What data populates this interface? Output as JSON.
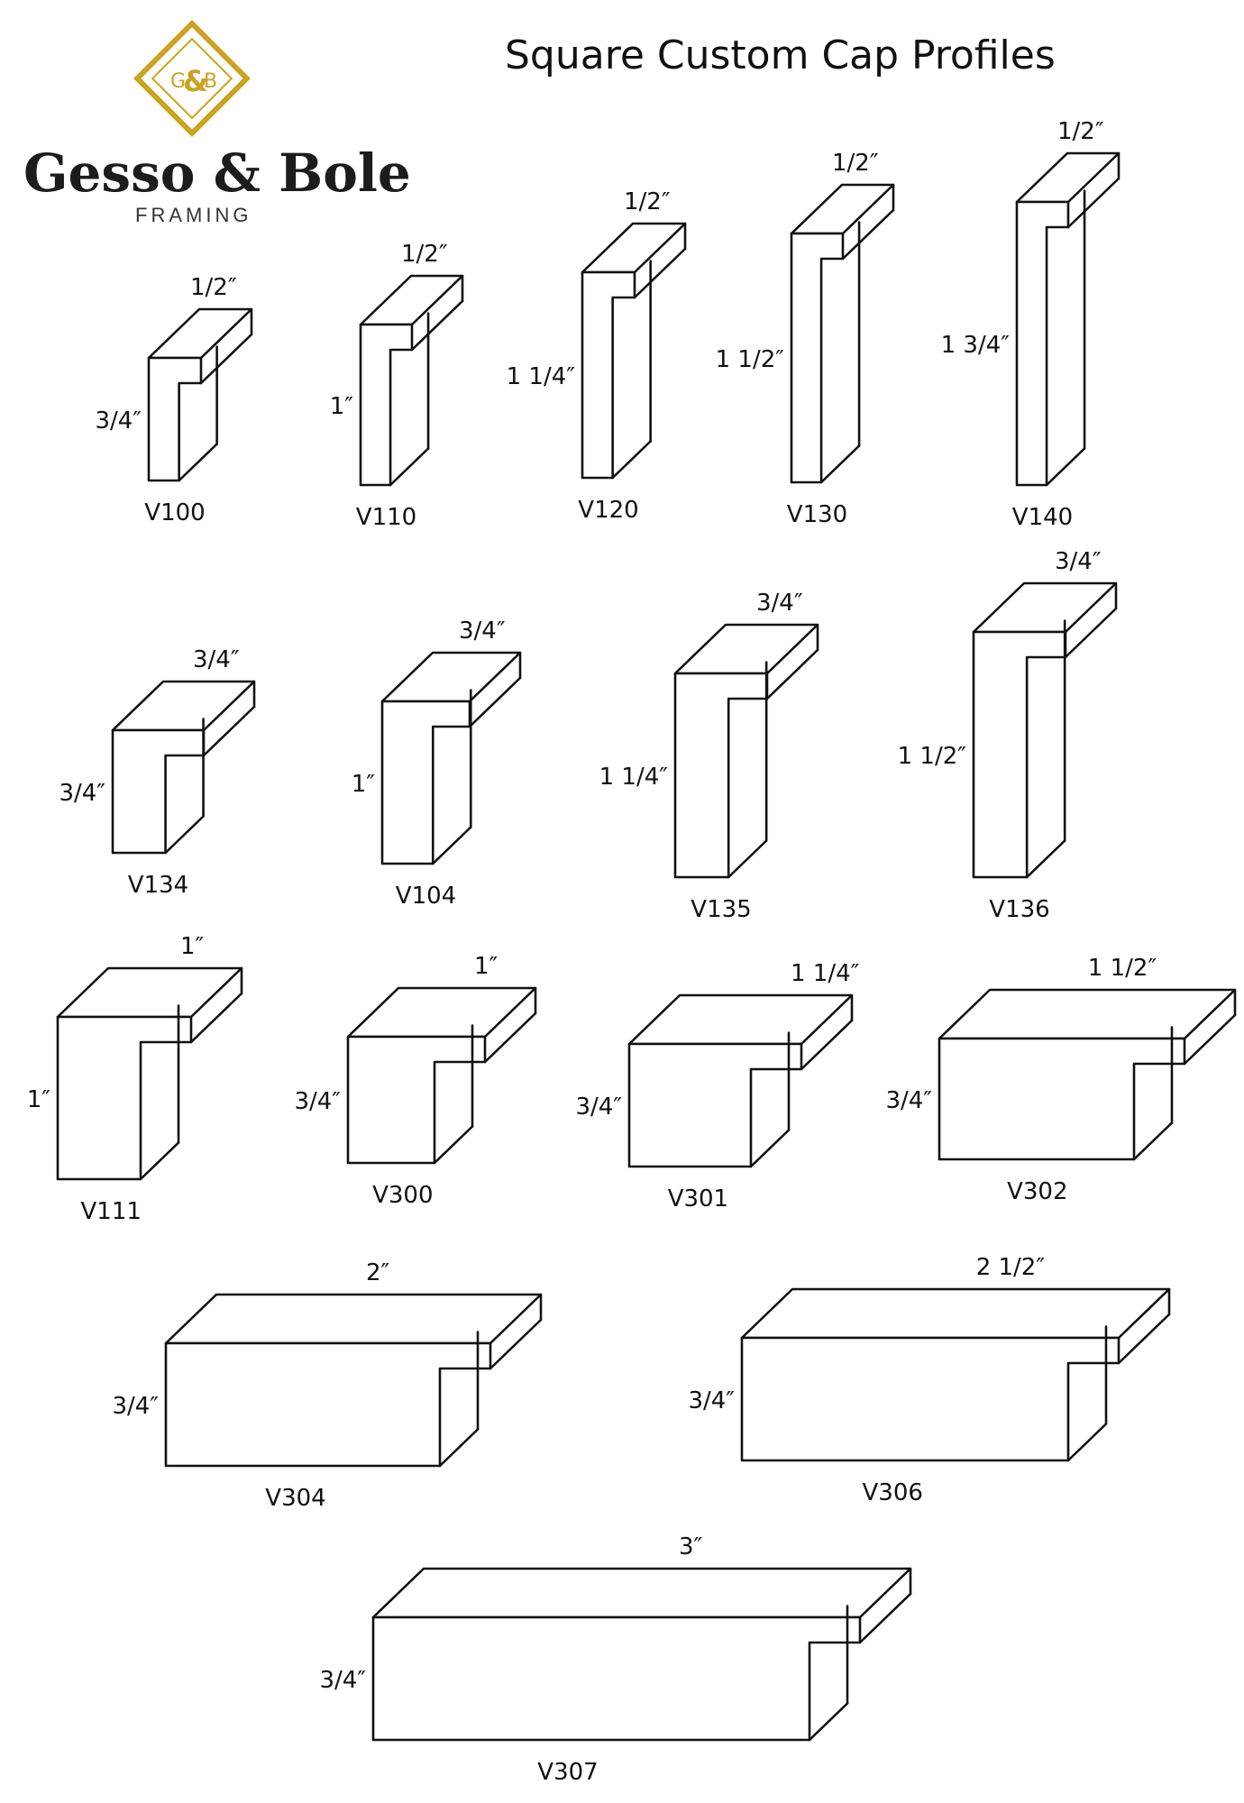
{
  "title": "Square Custom Cap Profiles",
  "brand": {
    "monogram_left": "G",
    "monogram_center": "&",
    "monogram_right": "B",
    "name": "Gesso & Bole",
    "subtitle": "FRAMING",
    "accent_color": "#c9a227"
  },
  "profiles": [
    {
      "code": "V100",
      "width_label": "1/2″",
      "height_label": "3/4″",
      "width_in": 0.5,
      "height_in": 0.75
    },
    {
      "code": "V110",
      "width_label": "1/2″",
      "height_label": "1″",
      "width_in": 0.5,
      "height_in": 1.0
    },
    {
      "code": "V120",
      "width_label": "1/2″",
      "height_label": "1 1/4″",
      "width_in": 0.5,
      "height_in": 1.25
    },
    {
      "code": "V130",
      "width_label": "1/2″",
      "height_label": "1 1/2″",
      "width_in": 0.5,
      "height_in": 1.5
    },
    {
      "code": "V140",
      "width_label": "1/2″",
      "height_label": "1 3/4″",
      "width_in": 0.5,
      "height_in": 1.75
    },
    {
      "code": "V134",
      "width_label": "3/4″",
      "height_label": "3/4″",
      "width_in": 0.75,
      "height_in": 0.75
    },
    {
      "code": "V104",
      "width_label": "3/4″",
      "height_label": "1″",
      "width_in": 0.75,
      "height_in": 1.0
    },
    {
      "code": "V135",
      "width_label": "3/4″",
      "height_label": "1 1/4″",
      "width_in": 0.75,
      "height_in": 1.25
    },
    {
      "code": "V136",
      "width_label": "3/4″",
      "height_label": "1 1/2″",
      "width_in": 0.75,
      "height_in": 1.5
    },
    {
      "code": "V111",
      "width_label": "1″",
      "height_label": "1″",
      "width_in": 1.0,
      "height_in": 1.0
    },
    {
      "code": "V300",
      "width_label": "1″",
      "height_label": "3/4″",
      "width_in": 1.0,
      "height_in": 0.75
    },
    {
      "code": "V301",
      "width_label": "1 1/4″",
      "height_label": "3/4″",
      "width_in": 1.25,
      "height_in": 0.75
    },
    {
      "code": "V302",
      "width_label": "1 1/2″",
      "height_label": "3/4″",
      "width_in": 1.5,
      "height_in": 0.75
    },
    {
      "code": "V304",
      "width_label": "2″",
      "height_label": "3/4″",
      "width_in": 2.0,
      "height_in": 0.75
    },
    {
      "code": "V306",
      "width_label": "2 1/2″",
      "height_label": "3/4″",
      "width_in": 2.5,
      "height_in": 0.75
    },
    {
      "code": "V307",
      "width_label": "3″",
      "height_label": "3/4″",
      "width_in": 3.0,
      "height_in": 0.75
    }
  ]
}
